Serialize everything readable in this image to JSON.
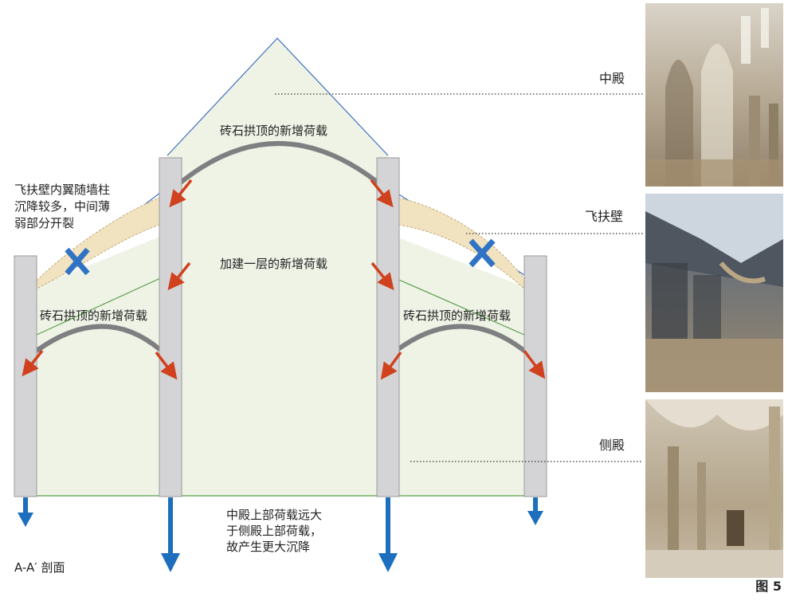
{
  "labels": {
    "brick_vault_center": "砖石拱顶的新增荷载",
    "added_story": "加建一层的新增荷载",
    "brick_vault_left": "砖石拱顶的新增荷载",
    "brick_vault_right": "砖石拱顶的新增荷载",
    "flying_buttress_note": "飞扶壁内翼随墙柱\n沉降较多，中间薄\n弱部分开裂",
    "settlement_note": "中殿上部荷载远大\n于侧殿上部荷载，\n故产生更大沉降",
    "section_label": "A-A′ 剖面",
    "nave": "中殿",
    "flying_buttress": "飞扶壁",
    "aisle": "侧殿",
    "figure_number": "图 5"
  },
  "colors": {
    "fill": "#eef3e6",
    "column": "#d4d4d6",
    "column_stroke": "#9a9a9e",
    "vault": "#7f7f82",
    "load_arrow": "#d0411e",
    "settle_arrow": "#1d6fbd",
    "crack_mark": "#2f73c4",
    "roof_line": "#3f6fc0",
    "green_line": "#5a9e4a",
    "buttress_fill": "#f1e2c0"
  },
  "icons": [
    "crack-x-icon",
    "load-arrow-icon",
    "settlement-arrow-icon"
  ]
}
